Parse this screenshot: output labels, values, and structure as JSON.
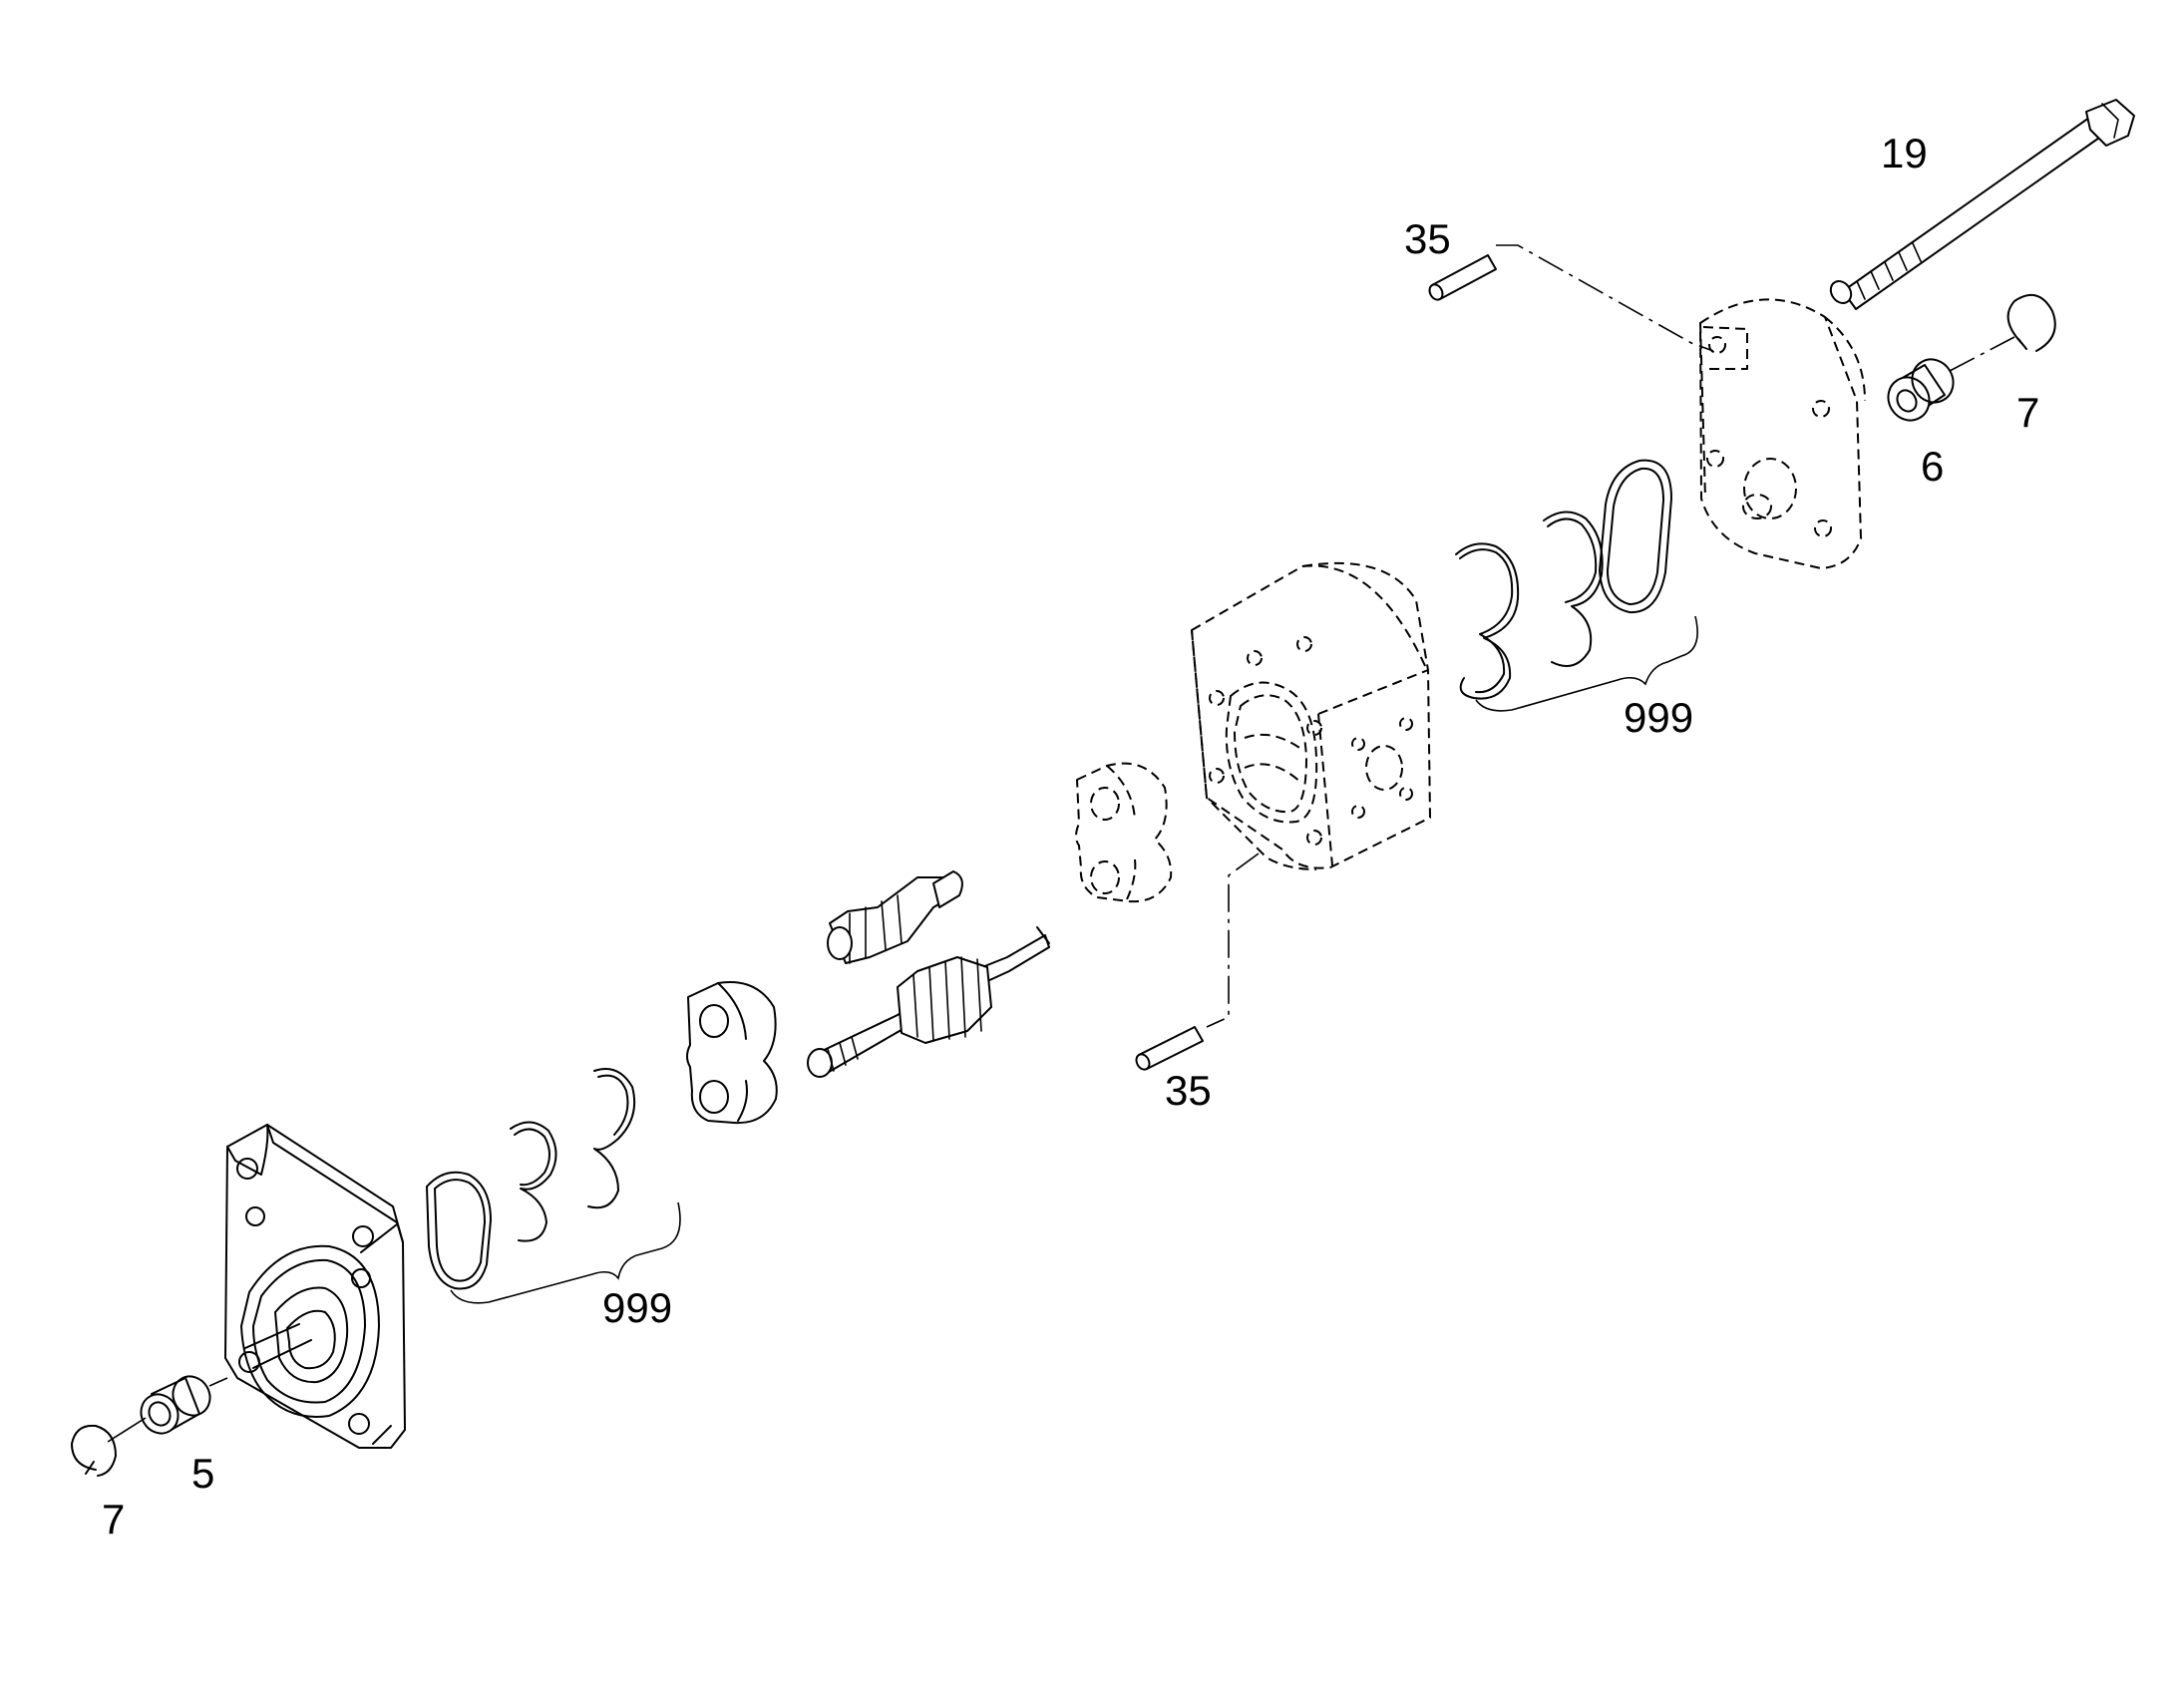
{
  "diagram": {
    "type": "exploded-parts-drawing",
    "callouts": {
      "bolt": "19",
      "pin_top": "35",
      "pin_bottom": "35",
      "bearing_rear": "6",
      "ring_rear": "7",
      "kit_right": "999",
      "kit_left": "999",
      "bearing_front": "5",
      "ring_front": "7"
    }
  }
}
